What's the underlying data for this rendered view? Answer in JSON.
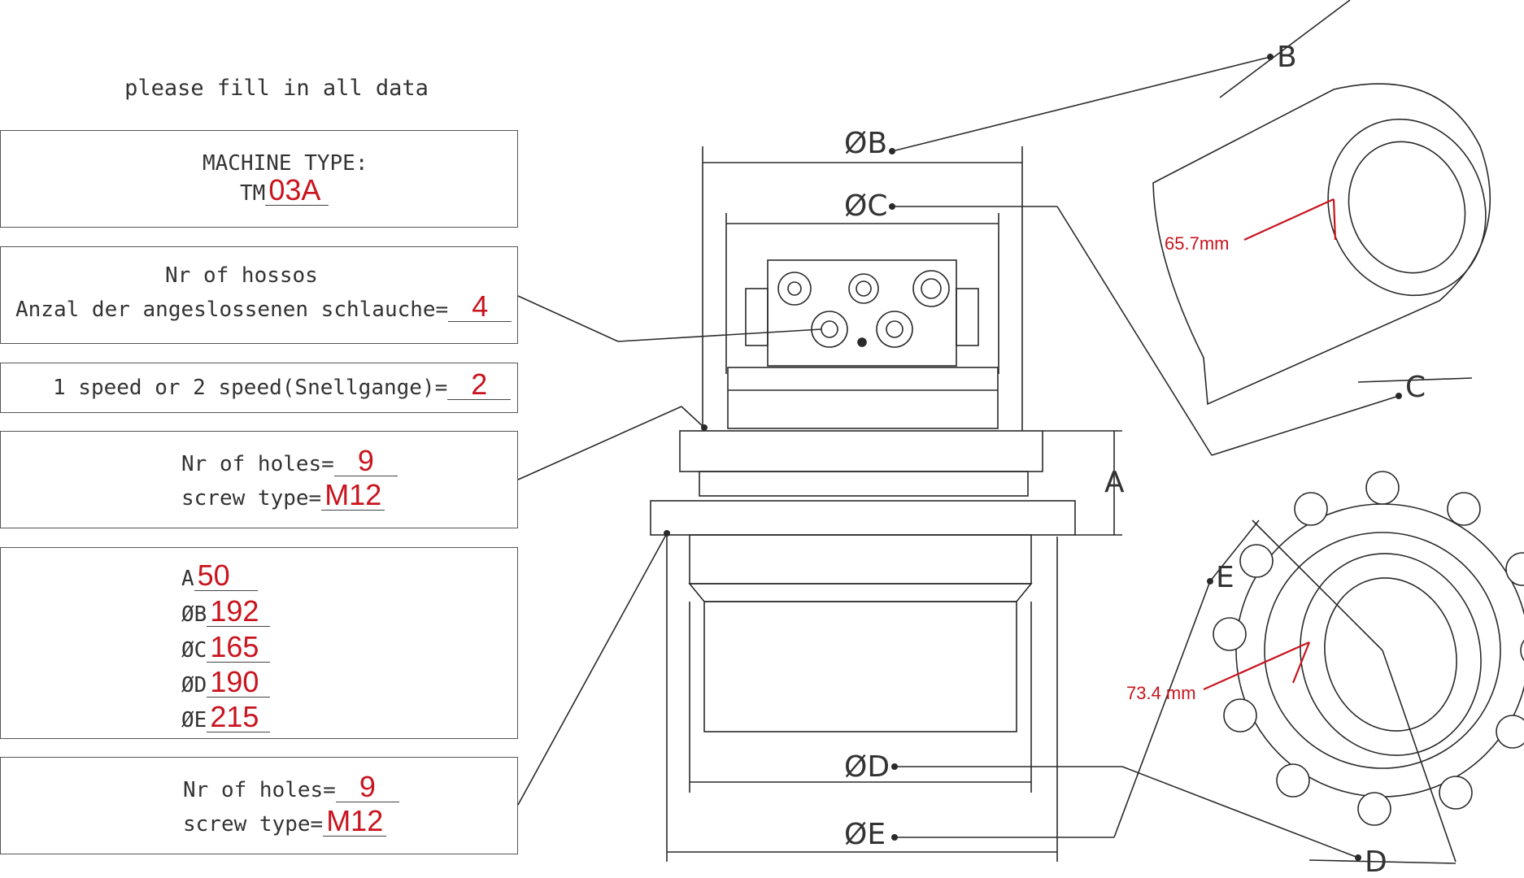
{
  "header": "please fill in all data",
  "machine": {
    "label": "MACHINE TYPE:",
    "prefix": "TM",
    "value": "03A"
  },
  "hoses": {
    "title": "Nr of hossos",
    "label": "Anzal der angeslossenen schlauche=",
    "value": "4"
  },
  "speed": {
    "label": "1 speed or 2 speed(Snellgange)=",
    "value": "2"
  },
  "holes1": {
    "holes_label": "Nr of holes=",
    "holes_value": "9",
    "screw_label": "screw type=",
    "screw_value": "M12"
  },
  "dims": [
    {
      "label": "A",
      "value": "50"
    },
    {
      "label": "ØB",
      "value": "192"
    },
    {
      "label": "ØC",
      "value": "165"
    },
    {
      "label": "ØD",
      "value": "190"
    },
    {
      "label": "ØE",
      "value": "215"
    }
  ],
  "holes2": {
    "holes_label": "Nr of holes=",
    "holes_value": "9",
    "screw_label": "screw type=",
    "screw_value": "M12"
  },
  "drawing": {
    "dim_labels": {
      "B": "ØB",
      "C": "ØC",
      "D": "ØD",
      "E": "ØE",
      "A": "A",
      "iso_B": "B",
      "iso_C": "C",
      "iso_D": "D",
      "iso_E": "E"
    },
    "measure_top": "65.7mm",
    "measure_bottom": "73.4 mm",
    "line_color": "#2a2a2a",
    "accent_color": "#c8141e"
  }
}
